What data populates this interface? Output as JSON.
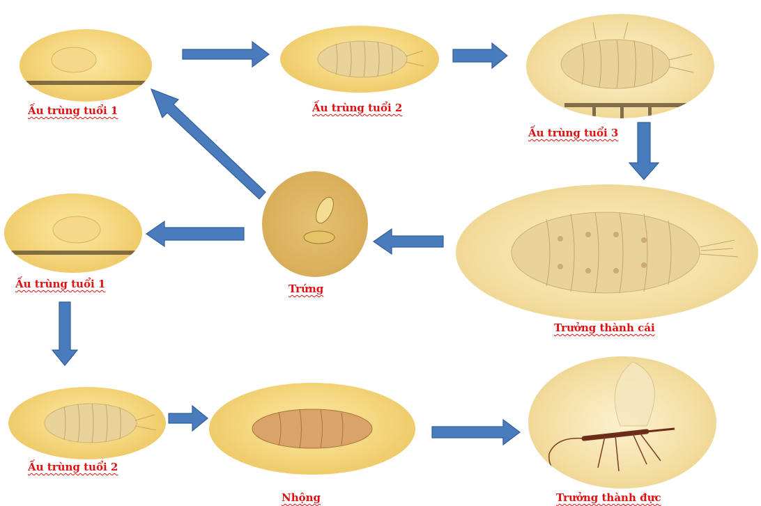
{
  "stages": {
    "l1_top": "Ấu trùng tuổi 1",
    "l2_top": "Ấu trùng tuổi 2",
    "l3_top": "Ấu trùng tuổi 3",
    "adult_female": "Trưởng thành cái",
    "egg": "Trứng",
    "l1_bottom": "Ấu trùng tuổi 1",
    "l2_bottom": "Ấu trùng tuổi 2",
    "pupa": "Nhộng",
    "adult_male": "Trưởng thành đực"
  },
  "colors": {
    "label": "#e01010",
    "arrow": "#4a7bbd",
    "photo_bg": "#f3d377"
  }
}
